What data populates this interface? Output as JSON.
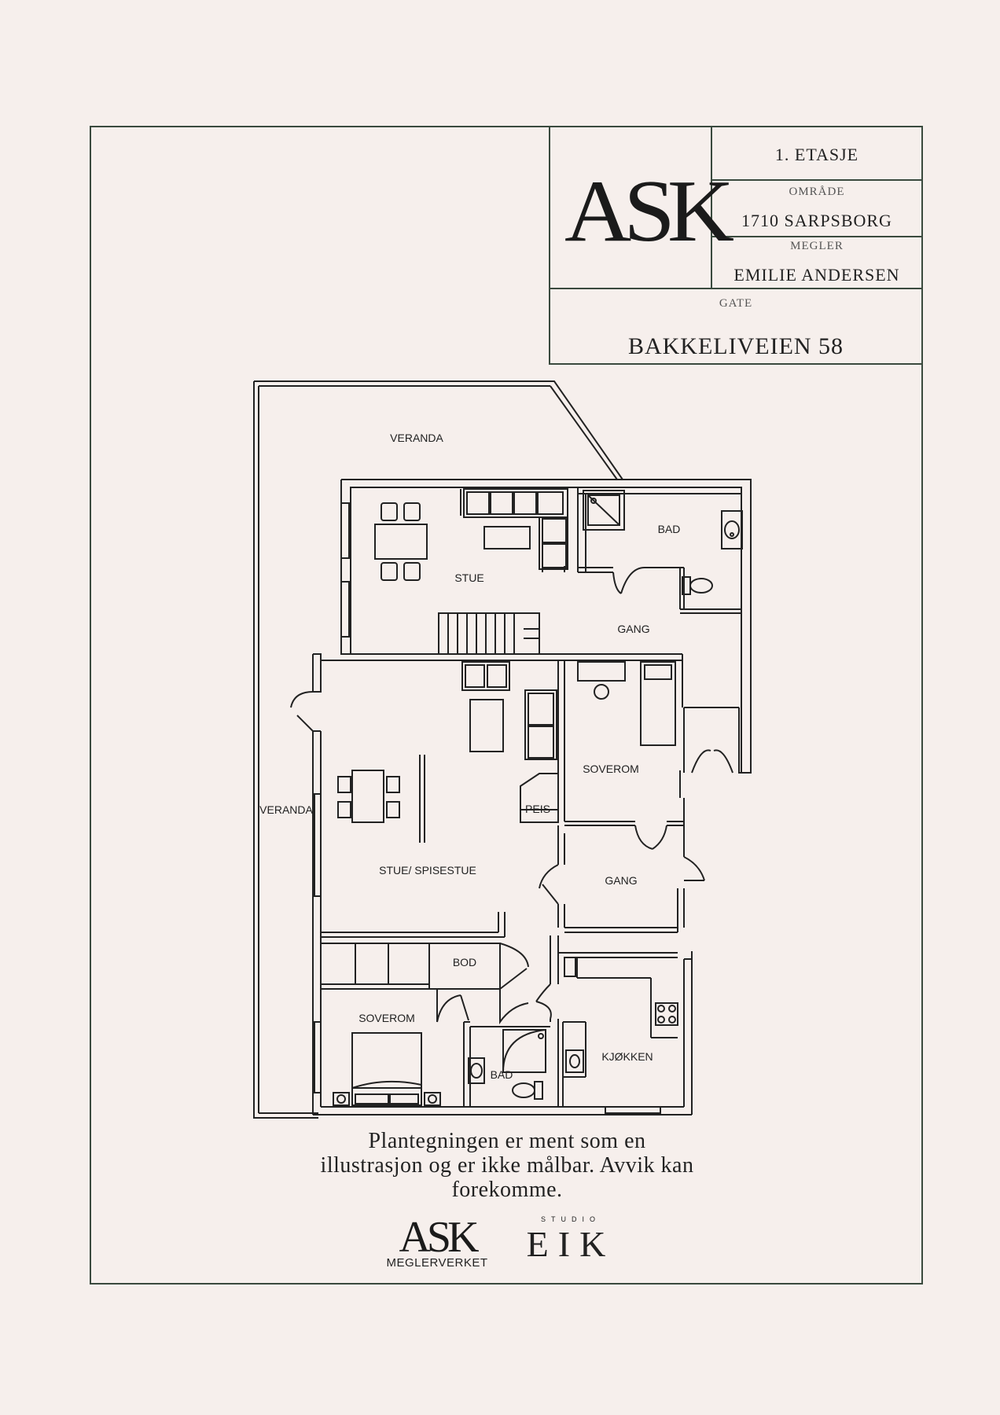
{
  "title_block": {
    "floor": "1. ETASJE",
    "area_label": "OMRÅDE",
    "area_value": "1710 SARPSBORG",
    "agent_label": "MEGLER",
    "agent_value": "EMILIE ANDERSEN",
    "street_label": "GATE",
    "street_value": "BAKKELIVEIEN 58",
    "logo": "ASK"
  },
  "rooms": {
    "veranda_top": "VERANDA",
    "stue": "STUE",
    "bad_top": "BAD",
    "gang_top": "GANG",
    "soverom_right": "SOVEROM",
    "peis": "PEIS",
    "veranda_left": "VERANDA",
    "stue_spisestue": "STUE/ SPISESTUE",
    "gang_mid": "GANG",
    "bod": "BOD",
    "soverom_bottom": "SOVEROM",
    "bad_bottom": "BAD",
    "kjokken": "KJØKKEN"
  },
  "disclaimer": "Plantegningen er ment som en illustrasjon og er ikke målbar. Avvik kan forekomme.",
  "footer": {
    "ask_logo": "ASK",
    "ask_sub": "MEGLERVERKET",
    "studio": "STUDIO",
    "eik": "EIK"
  },
  "colors": {
    "background": "#f6efec",
    "frame": "#3a4a3e",
    "lines": "#222222"
  }
}
